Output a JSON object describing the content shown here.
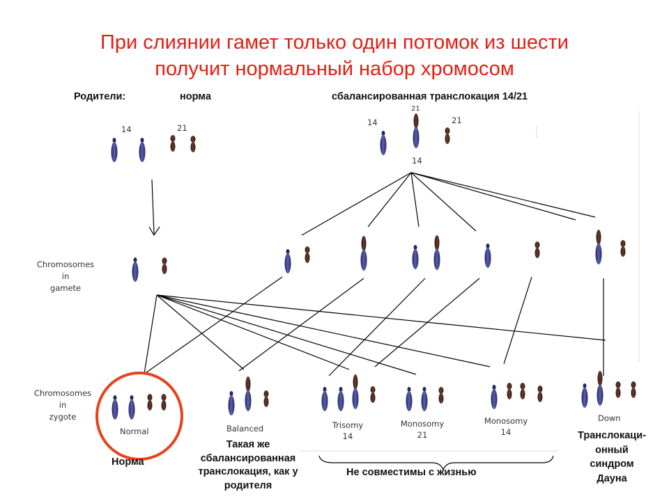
{
  "title": {
    "line1": "При слиянии гамет только один потомок из шести",
    "line2": "получит нормальный набор хромосом"
  },
  "parents": {
    "label": "Родители:",
    "normal": "норма",
    "carrier": "сбалансированная транслокация 14/21"
  },
  "chromosome_numbers": {
    "n14_left": "14",
    "n21_left": "21",
    "n14_right": "14",
    "n21_top": "21",
    "n21_right": "21",
    "n14_under": "14"
  },
  "row_labels": {
    "gamete": [
      "Chromosomes",
      "in",
      "gamete"
    ],
    "zygote": [
      "Chromosomes",
      "in",
      "zygote"
    ]
  },
  "zygotes": {
    "normal": "Normal",
    "balanced": "Balanced",
    "trisomy14": [
      "Trisomy",
      "14"
    ],
    "monosomy21": [
      "Monosomy",
      "21"
    ],
    "monosomy14": [
      "Monosomy",
      "14"
    ],
    "down": "Down"
  },
  "captions": {
    "norm": "Норма",
    "balanced": [
      "Такая же",
      "сбалансированная",
      "транслокация, как у",
      "родителя"
    ],
    "incompatible": "Не совместимы с жизнью",
    "down": [
      "Транслокаци-",
      "онный",
      "синдром",
      "Дауна"
    ]
  },
  "colors": {
    "title": "#e41e12",
    "chromosome14": "#3b3f8c",
    "chromosome21": "#4a2a22",
    "highlight_circle": "#e8411c",
    "lines": "#000000"
  }
}
